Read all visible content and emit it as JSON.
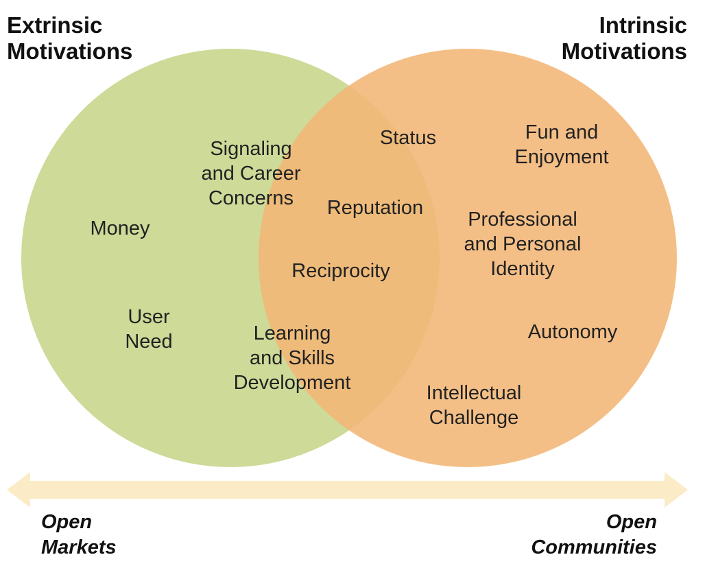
{
  "colors": {
    "extrinsic_circle": "#cdda98",
    "intrinsic_circle": "#f2b675",
    "arrow": "#fbecc7",
    "text": "#222222"
  },
  "headings": {
    "extrinsic": [
      "Extrinsic",
      "Motivations"
    ],
    "intrinsic": [
      "Intrinsic",
      "Motivations"
    ]
  },
  "items": {
    "money": [
      "Money"
    ],
    "user_need": [
      "User",
      "Need"
    ],
    "signaling": [
      "Signaling",
      "and Career",
      "Concerns"
    ],
    "learning": [
      "Learning",
      "and Skills",
      "Development"
    ],
    "reciprocity": [
      "Reciprocity"
    ],
    "reputation": [
      "Reputation"
    ],
    "status": [
      "Status"
    ],
    "fun": [
      "Fun and",
      "Enjoyment"
    ],
    "identity": [
      "Professional",
      "and Personal",
      "Identity"
    ],
    "autonomy": [
      "Autonomy"
    ],
    "intellectual": [
      "Intellectual",
      "Challenge"
    ]
  },
  "axis": {
    "left": [
      "Open",
      "Markets"
    ],
    "right": [
      "Open",
      "Communities"
    ],
    "direction": "bidirectional"
  }
}
